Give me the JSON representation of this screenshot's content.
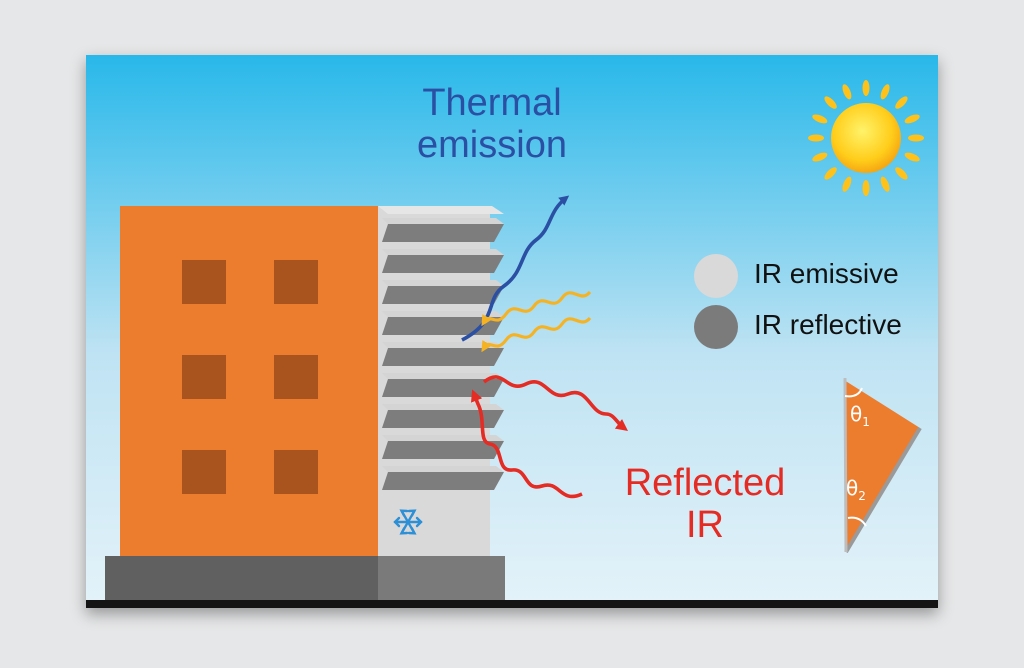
{
  "labels": {
    "thermal_line1": "Thermal",
    "thermal_line2": "emission",
    "reflected_line1": "Reflected",
    "reflected_line2": "IR"
  },
  "legend": {
    "emissive": "IR emissive",
    "reflective": "IR reflective"
  },
  "angles": {
    "theta1_symbol": "θ",
    "theta1_sub": "1",
    "theta2_symbol": "θ",
    "theta2_sub": "2"
  },
  "icons": [
    "sun-icon",
    "snowflake-icon"
  ],
  "colors": {
    "sky_top": "#28b8ea",
    "sky_bottom": "#dff0f8",
    "building": "#ec7c2e",
    "window": "#a9541f",
    "thermal_blue": "#2a4fa3",
    "reflected_red": "#e42b24",
    "incoming_yellow": "#f5b324",
    "emissive_gray": "#d9d9d9",
    "reflective_gray": "#7b7b7b"
  }
}
